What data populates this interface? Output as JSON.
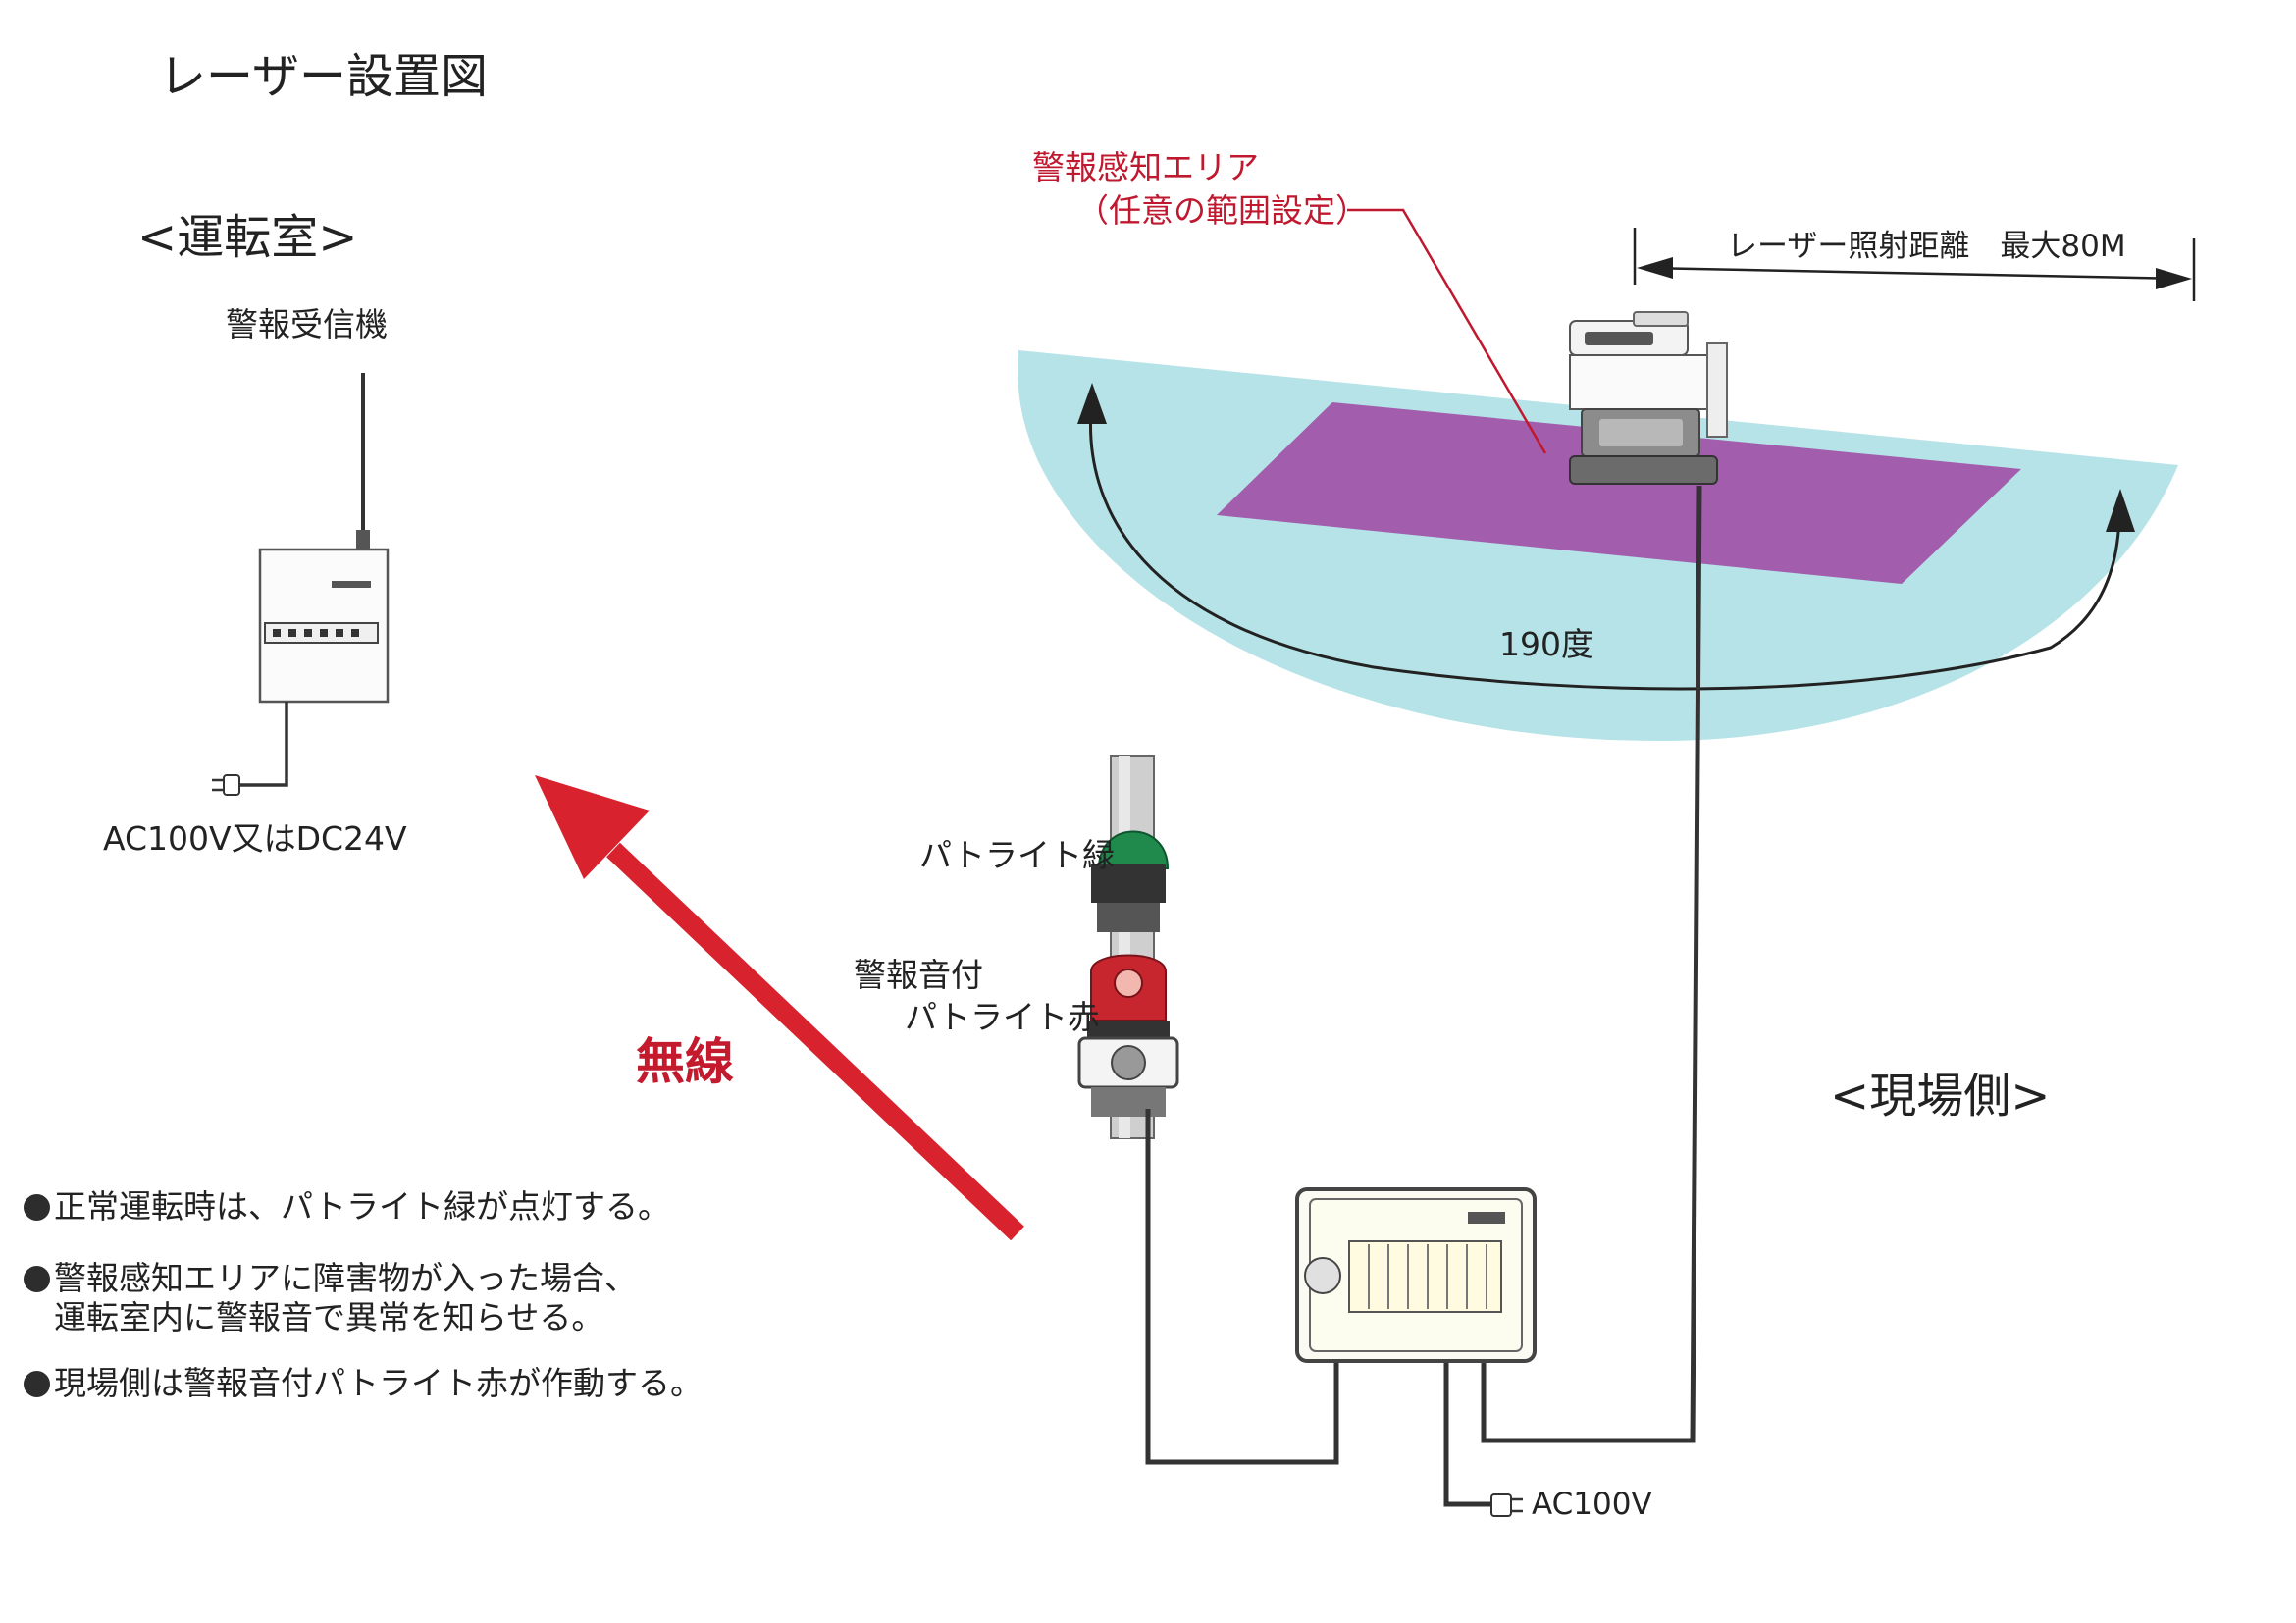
{
  "title": "レーザー設置図",
  "control_room": {
    "heading": "<運転室>",
    "receiver_label": "警報受信機",
    "power_label": "AC100V又はDC24V"
  },
  "wireless_label": "無線",
  "detection": {
    "area_label": "警報感知エリア",
    "area_sub_label": "（任意の範囲設定）",
    "distance_label": "レーザー照射距離　最大80M",
    "angle_label": "190度"
  },
  "site": {
    "heading": "<現場側>",
    "green_light_label": "パトライト緑",
    "red_light_label_line1": "警報音付",
    "red_light_label_line2": "パトライト赤",
    "power_label": "AC100V"
  },
  "notes": [
    "正常運転時は、パトライト緑が点灯する。",
    "警報感知エリアに障害物が入った場合、",
    "運転室内に警報音で異常を知らせる。",
    "現場側は警報音付パトライト赤が作動する。"
  ],
  "colors": {
    "scan_area": "#aee0e4",
    "alert_zone": "#a04fa6",
    "alert_text": "#c0182f",
    "wireless_arrow": "#d8232f",
    "green_light": "#1f8a4c",
    "red_light": "#c8262f"
  }
}
